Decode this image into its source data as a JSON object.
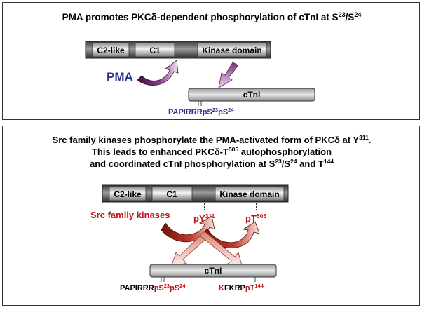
{
  "panel1": {
    "title": {
      "a": "PMA promotes PKC",
      "delta": "δ",
      "b": "-dependent phosphorylation of cTnI at S",
      "sup1": "23",
      "c": "/S",
      "sup2": "24"
    },
    "domains": {
      "c2": "C2-like",
      "c1": "C1",
      "kinase": "Kinase domain"
    },
    "pma": "PMA",
    "substrate": "cTnI",
    "site": {
      "prefix": "PAPIRRRpS",
      "sup1": "23",
      "mid": "pS",
      "sup2": "24"
    },
    "colors": {
      "pma_text": "#2e2f8f",
      "pma_arrow": "#6b1f6b",
      "site_text": "#2e2f8f"
    }
  },
  "panel2": {
    "title_line1": {
      "a": "Src family kinases phosphorylate the PMA-activated form of PKC",
      "delta": "δ",
      "b": " at Y",
      "sup": "311",
      "c": "."
    },
    "title_line2": {
      "a": "This leads to enhanced PKC",
      "delta": "δ",
      "b": "-T",
      "sup": "505",
      "c": " autophosphorylation"
    },
    "title_line3": {
      "a": "and coordinated cTnI phosphorylation at S",
      "sup1": "23",
      "b": "/S",
      "sup2": "24",
      "c": " and T",
      "sup3": "144"
    },
    "domains": {
      "c2": "C2-like",
      "c1": "C1",
      "kinase": "Kinase domain"
    },
    "src_label": "Src family kinases",
    "py": {
      "base": "pY",
      "sup": "311"
    },
    "pt": {
      "base": "pT",
      "sup": "505"
    },
    "substrate": "cTnI",
    "site1": {
      "a": "PAPIRRR",
      "b": "pS",
      "sup1": "23",
      "c": "pS",
      "sup2": "24"
    },
    "site2": {
      "a": "K",
      "b": "FKRP",
      "c": "pT",
      "sup": "144"
    },
    "colors": {
      "red": "#c0161b",
      "dark_red": "#8b1a10"
    }
  }
}
